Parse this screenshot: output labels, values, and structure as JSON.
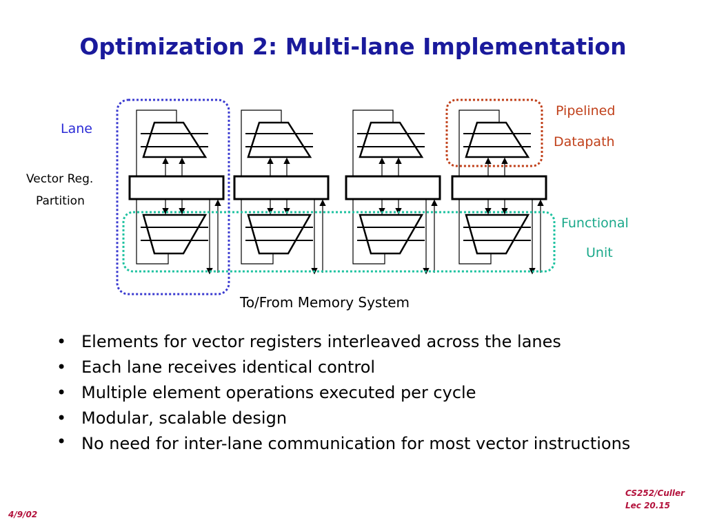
{
  "slide": {
    "title": "Optimization 2: Multi-lane Implementation"
  },
  "diagram": {
    "lane_label": "Lane",
    "vector_reg_line1": "Vector Reg.",
    "vector_reg_line2": "Partition",
    "pipelined_line1": "Pipelined",
    "pipelined_line2": "Datapath",
    "functional_line1": "Functional",
    "functional_line2": "Unit",
    "memory_label": "To/From Memory System",
    "colors": {
      "lane_box": "#3a3ad0",
      "pipelined_box": "#c0401a",
      "functional_box": "#1ec2a0"
    }
  },
  "bullets": [
    "Elements for vector registers interleaved across the lanes",
    "Each lane receives identical control",
    "Multiple element operations executed per cycle",
    "Modular, scalable design",
    "No need for inter-lane communication for most vector instructions"
  ],
  "footer": {
    "course": "CS252/Culler",
    "lecture": "Lec 20.15",
    "date": "4/9/02"
  }
}
